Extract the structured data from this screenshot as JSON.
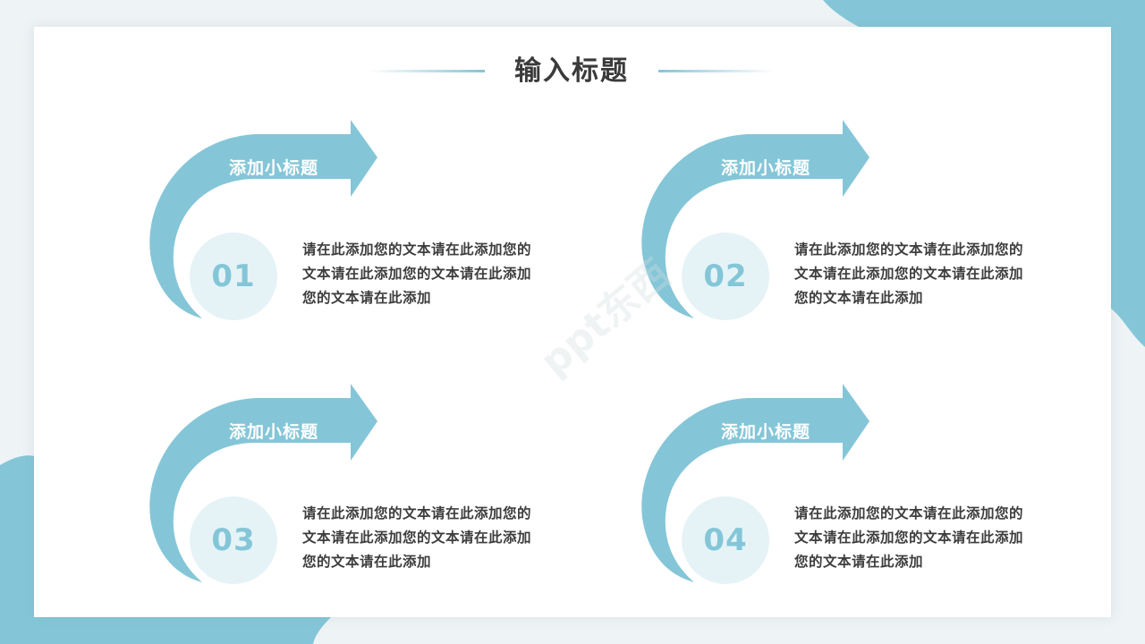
{
  "title": "输入标题",
  "colors": {
    "accent": "#84c6d8",
    "accent_light": "#e5f3f7",
    "text": "#3d3d3d",
    "title": "#3a3a3a"
  },
  "watermark": "ppt东西",
  "items": [
    {
      "number": "01",
      "subtitle": "添加小标题",
      "text": "请在此添加您的文本请在此添加您的文本请在此添加您的文本请在此添加您的文本请在此添加"
    },
    {
      "number": "02",
      "subtitle": "添加小标题",
      "text": "请在此添加您的文本请在此添加您的文本请在此添加您的文本请在此添加您的文本请在此添加"
    },
    {
      "number": "03",
      "subtitle": "添加小标题",
      "text": "请在此添加您的文本请在此添加您的文本请在此添加您的文本请在此添加您的文本请在此添加"
    },
    {
      "number": "04",
      "subtitle": "添加小标题",
      "text": "请在此添加您的文本请在此添加您的文本请在此添加您的文本请在此添加您的文本请在此添加"
    }
  ]
}
